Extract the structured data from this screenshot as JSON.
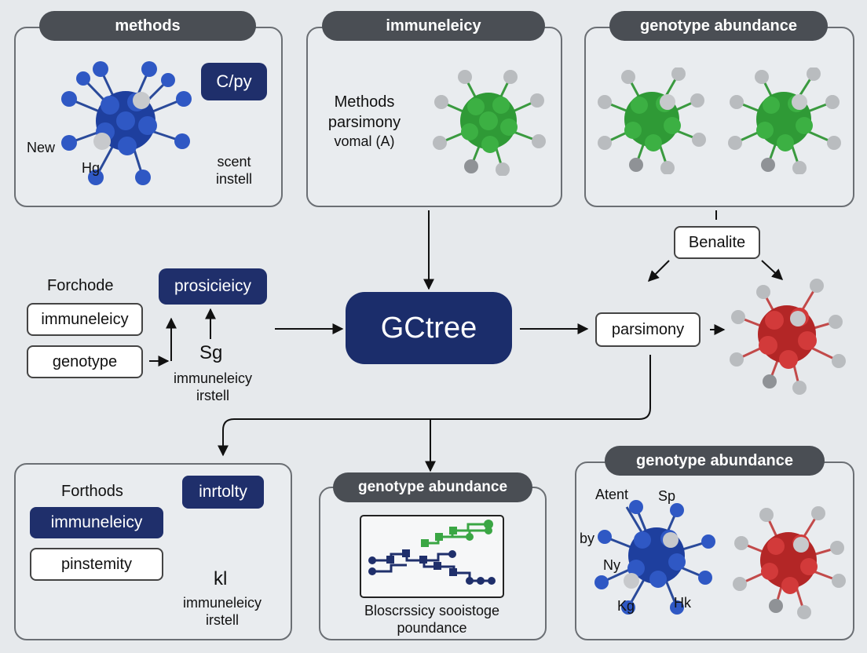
{
  "panels": {
    "top_left": {
      "tag": "methods",
      "badge": "C/py",
      "labels": {
        "new": "New",
        "hg": "Hg"
      },
      "note": [
        "scent",
        "instell"
      ]
    },
    "top_mid": {
      "tag": "immuneleicy",
      "text": [
        "Methods",
        "parsimony",
        "vomal (A)"
      ]
    },
    "top_right": {
      "tag": "genotype abundance"
    },
    "bottom_left": {
      "title": "Forthods",
      "badge": "inrtolty",
      "pills": [
        "immuneleicy",
        "pinstemity"
      ],
      "kl": "kl",
      "note": [
        "immuneleicy",
        "irstell"
      ]
    },
    "bottom_mid": {
      "tag": "genotype abundance",
      "caption": [
        "Bloscrssicy sooistoge",
        "poundance"
      ]
    },
    "bottom_right": {
      "tag": "genotype abundance",
      "labels": {
        "atent": "Atent",
        "sp": "Sp",
        "by": "by",
        "ny": "Ny",
        "kg": "Kg",
        "hk": "Hk"
      }
    }
  },
  "middle_left": {
    "title": "Forchode",
    "boxes": [
      "immuneleicy",
      "genotype"
    ],
    "badge": "prosicieicy",
    "sg": "Sg",
    "note": [
      "immuneleicy",
      "irstell"
    ]
  },
  "hub": {
    "label": "GCtree"
  },
  "right_flow": {
    "benalite": "Benalite",
    "parsimony": "parsimony"
  },
  "colors": {
    "navy": "#1f2f6b",
    "tag": "#4a4e54",
    "blue_node": "#2f58c4",
    "green_node": "#3cb043",
    "red_node": "#d23a3a",
    "gray_node": "#b9bcbf"
  }
}
